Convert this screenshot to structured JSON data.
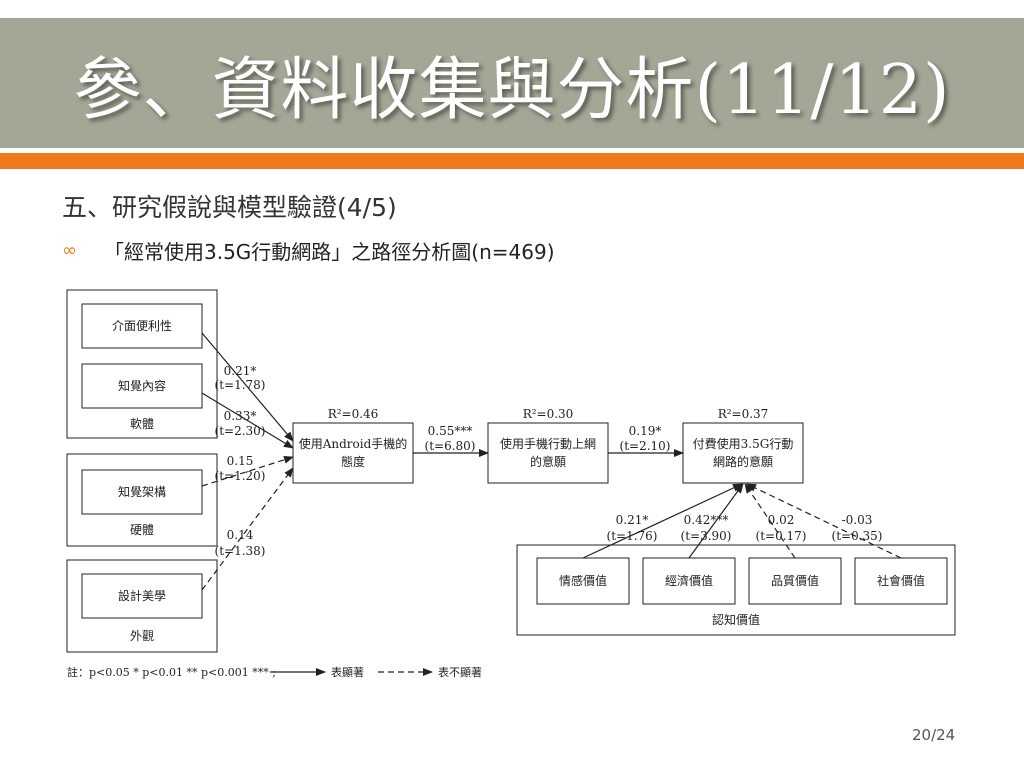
{
  "slide": {
    "title": "參、資料收集與分析(11/12)",
    "subtitle": "五、研究假說與模型驗證(4/5)",
    "bullet_icon": "swirl-bullet-icon",
    "bullet_text": "「經常使用3.5G行動網路」之路徑分析圖(n=469)",
    "page_number": "20/24",
    "colors": {
      "title_bar": "#a3a795",
      "accent": "#ee7a1c"
    }
  },
  "diagram": {
    "groups": {
      "software": "軟體",
      "hardware": "硬體",
      "appearance": "外觀",
      "perceived_value": "認知價值"
    },
    "nodes": {
      "interface": "介面便利性",
      "content": "知覺內容",
      "architecture": "知覺架構",
      "design": "設計美學",
      "attitude_l1": "使用Android手機的",
      "attitude_l2": "態度",
      "intent_l1": "使用手機行動上網",
      "intent_l2": "的意願",
      "pay_l1": "付費使用3.5G行動",
      "pay_l2": "網路的意願",
      "emotional": "情感價值",
      "economic": "經濟價值",
      "quality": "品質價值",
      "social": "社會價值"
    },
    "r_squared": {
      "attitude": "R²=0.46",
      "intent": "R²=0.30",
      "pay": "R²=0.37"
    },
    "paths": {
      "interface_coef": "0.21*",
      "interface_t": "(t=1.78)",
      "content_coef": "0.33*",
      "content_t": "(t=2.30)",
      "architecture_coef": "0.15",
      "architecture_t": "(t=1.20)",
      "design_coef": "0.14",
      "design_t": "(t=1.38)",
      "attitude_coef": "0.55***",
      "attitude_t": "(t=6.80)",
      "intent_coef": "0.19*",
      "intent_t": "(t=2.10)",
      "emotional_coef": "0.21*",
      "emotional_t": "(t=1.76)",
      "economic_coef": "0.42***",
      "economic_t": "(t=3.90)",
      "quality_coef": "0.02",
      "quality_t": "(t=0.17)",
      "social_coef": "-0.03",
      "social_t": "(t=0.35)"
    },
    "legend": {
      "note": "註：p<0.05 * p<0.01 ** p<0.001 *** ;",
      "significant": "表顯著",
      "not_significant": "表不顯著"
    }
  }
}
